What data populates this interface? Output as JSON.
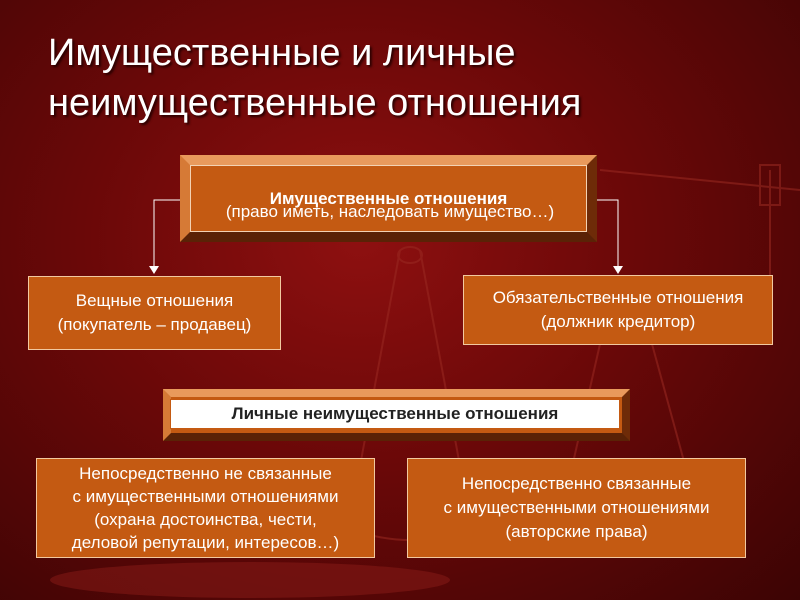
{
  "title": {
    "line1": "Имущественные и личные",
    "line2": "неимущественные отношения"
  },
  "property_relations": {
    "heading": "Имущественные отношения",
    "subtitle": "(право иметь, наследовать имущество…)"
  },
  "real_relations": {
    "line1": "Вещные отношения",
    "line2": "(покупатель – продавец)"
  },
  "obligation_relations": {
    "line1": "Обязательственные отношения",
    "line2": "(должник кредитор)"
  },
  "personal_relations": {
    "heading": "Личные неимущественные отношения"
  },
  "not_related": {
    "line1": "Непосредственно не связанные",
    "line2": "с имущественными отношениями",
    "line3": "(охрана достоинства, чести,",
    "line4": "деловой репутации, интересов…)"
  },
  "related": {
    "line1": "Непосредственно связанные",
    "line2": "с имущественными отношениями",
    "line3": "(авторские права)"
  },
  "colors": {
    "background": "#7a0a0a",
    "box_fill": "#c45a12",
    "box_border": "#f2c9a0",
    "text": "#ffffff"
  }
}
